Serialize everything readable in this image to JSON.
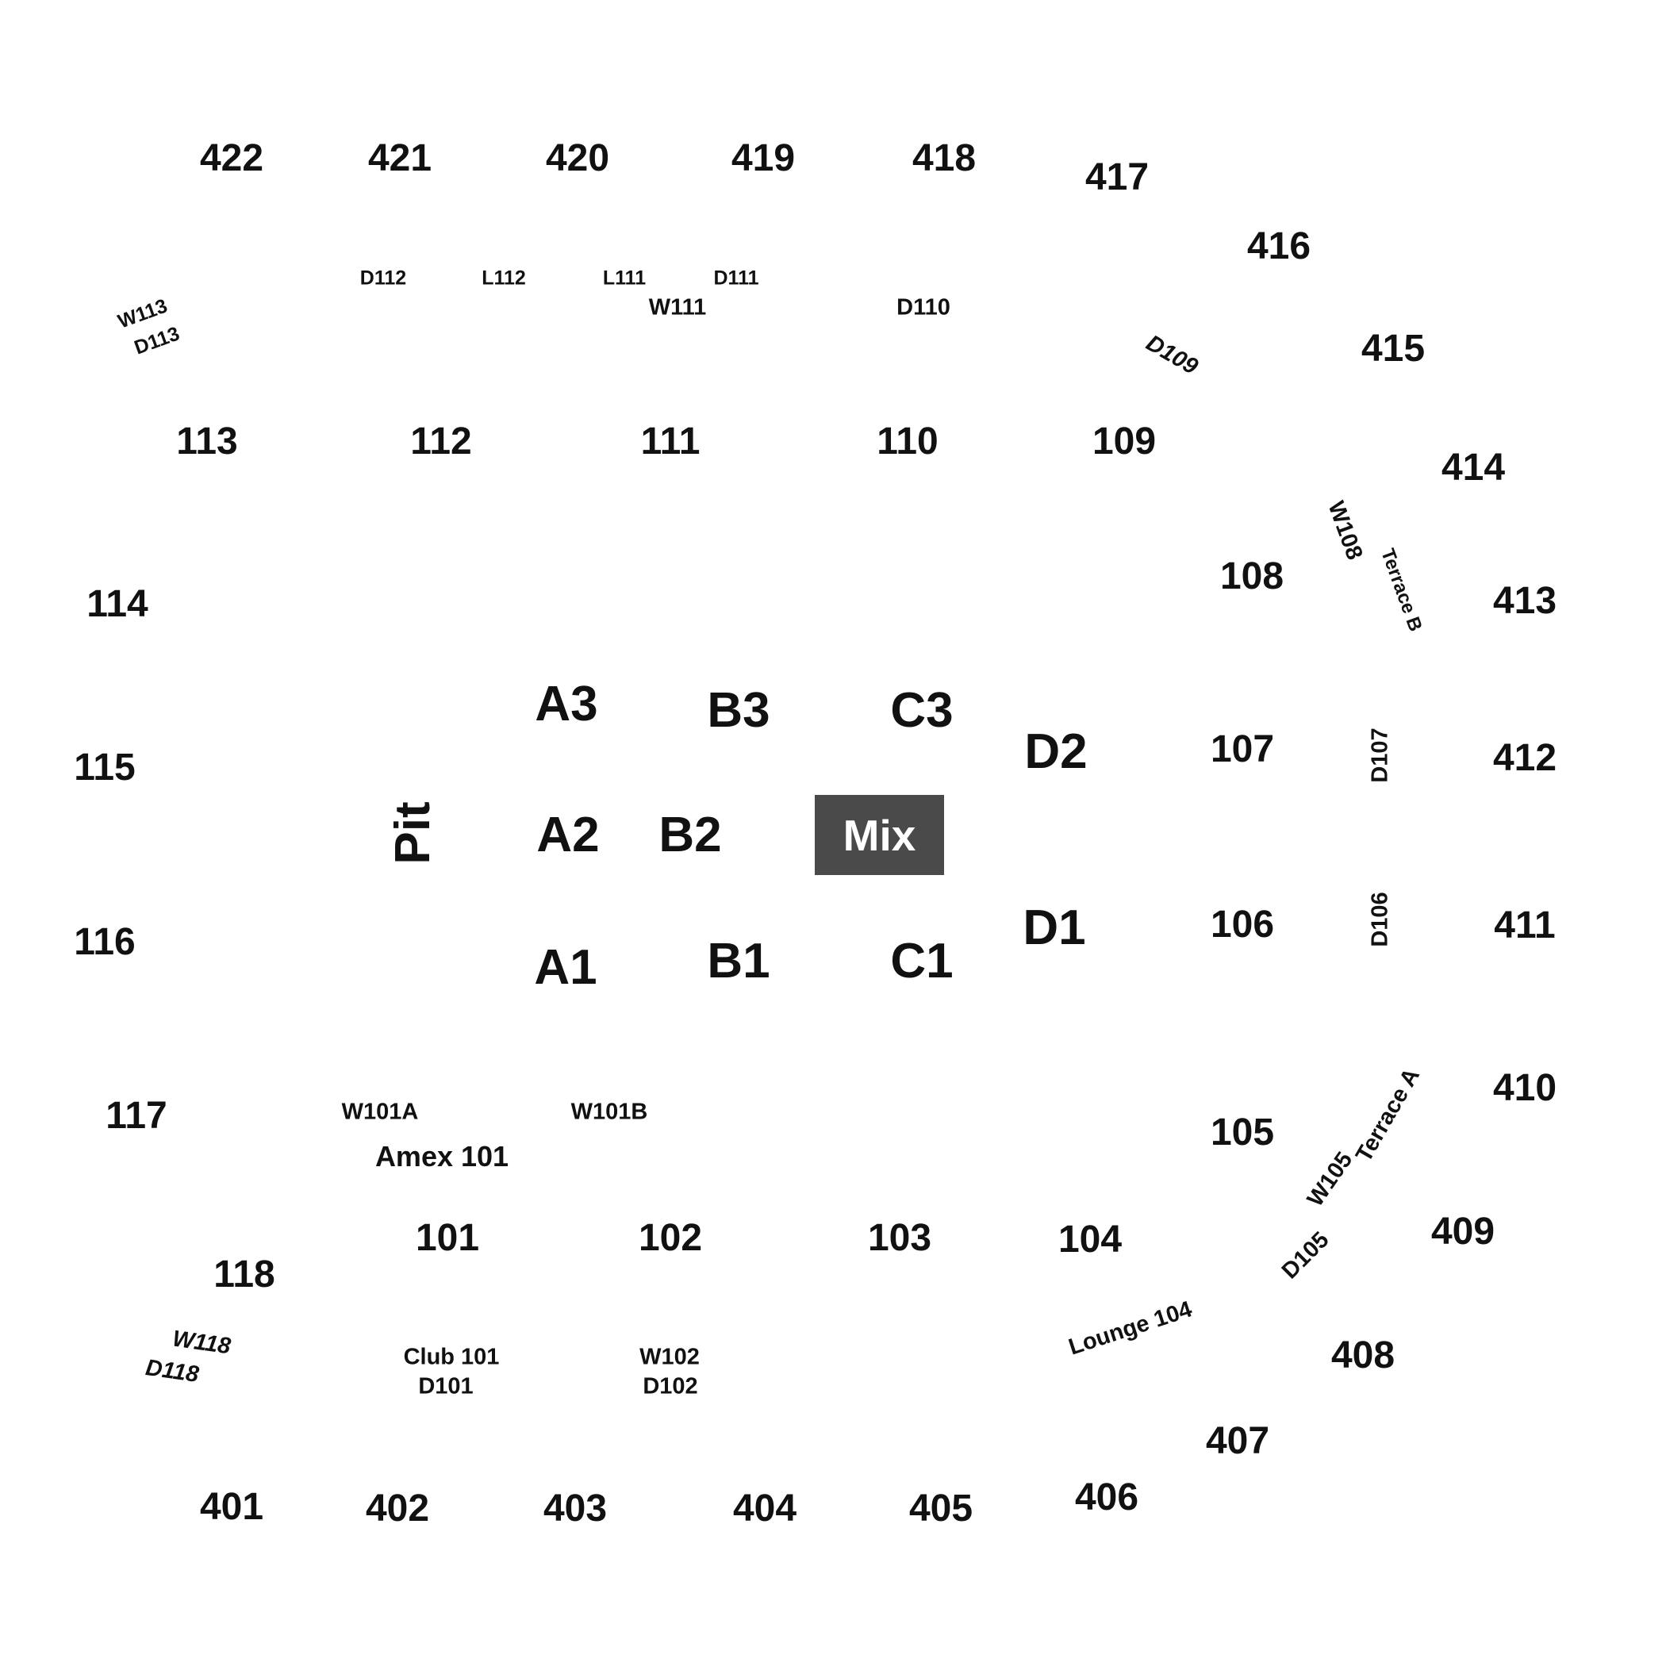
{
  "map": {
    "colors": {
      "mix_bg": "#4a4a4a",
      "text": "#111111",
      "background": "#ffffff"
    },
    "upper_sections": [
      "422",
      "421",
      "420",
      "419",
      "418",
      "417",
      "416",
      "415",
      "414",
      "413",
      "412",
      "411",
      "410",
      "409",
      "408",
      "407",
      "406",
      "405",
      "404",
      "403",
      "402",
      "401"
    ],
    "lower_sections": [
      "113",
      "112",
      "111",
      "110",
      "109",
      "108",
      "107",
      "106",
      "105",
      "104",
      "103",
      "102",
      "101",
      "114",
      "115",
      "116",
      "117",
      "118"
    ],
    "floor": [
      "A3",
      "B3",
      "C3",
      "A2",
      "B2",
      "A1",
      "B1",
      "C1",
      "D2",
      "D1"
    ],
    "pit": "Pit",
    "mix": "Mix",
    "small_labels": {
      "W113": "W113",
      "D113": "D113",
      "D112": "D112",
      "L112": "L112",
      "L111": "L111",
      "D111": "D111",
      "W111": "W111",
      "D110": "D110",
      "D109": "D109",
      "W108": "W108",
      "TerraceB": "Terrace B",
      "D107": "D107",
      "D106": "D106",
      "TerraceA": "Terrace A",
      "W105": "W105",
      "D105": "D105",
      "Lounge104": "Lounge 104",
      "W101A": "W101A",
      "W101B": "W101B",
      "Amex101": "Amex 101",
      "Club101": "Club 101",
      "D101": "D101",
      "W102": "W102",
      "D102": "D102",
      "W118": "W118",
      "D118": "D118"
    }
  }
}
